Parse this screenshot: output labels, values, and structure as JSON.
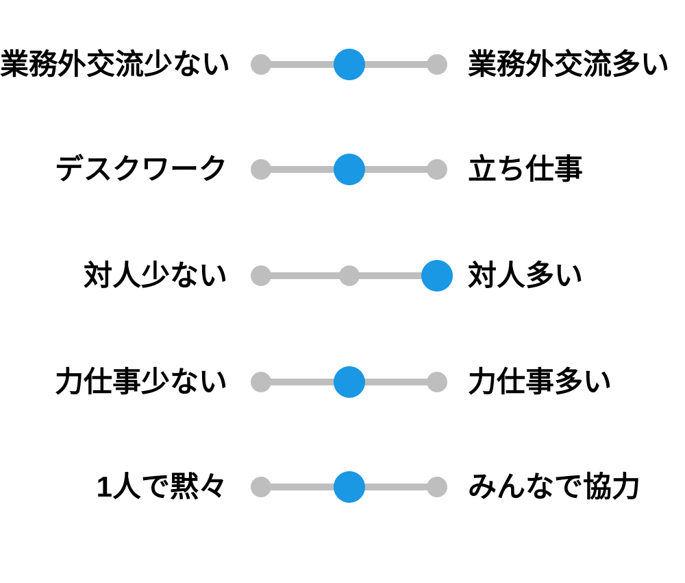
{
  "page": {
    "background_color": "#ffffff",
    "title": "仕事スタイル適性スライダー"
  },
  "style": {
    "active_color": "#1a98e3",
    "inactive_color": "#bebebe",
    "text_color": "#000000",
    "active_dot_size": 46,
    "inactive_dot_size": 30,
    "track_thickness": 10
  },
  "scale": {
    "steps": 3,
    "positions": [
      "left",
      "middle",
      "right"
    ]
  },
  "sliders": [
    {
      "id": "gaiko-kouryu",
      "left_label": "業務外交流少ない",
      "right_label": "業務外交流多い",
      "selected_index": 1,
      "selected_position": "middle"
    },
    {
      "id": "desk-vs-standing",
      "left_label": "デスクワーク",
      "right_label": "立ち仕事",
      "selected_index": 1,
      "selected_position": "middle"
    },
    {
      "id": "taijin",
      "left_label": "対人少ない",
      "right_label": "対人多い",
      "selected_index": 2,
      "selected_position": "right"
    },
    {
      "id": "chikara-shigoto",
      "left_label": "力仕事少ない",
      "right_label": "力仕事多い",
      "selected_index": 1,
      "selected_position": "middle"
    },
    {
      "id": "solo-vs-team",
      "left_label": "1人で黙々",
      "right_label": "みんなで協力",
      "selected_index": 1,
      "selected_position": "middle"
    }
  ]
}
